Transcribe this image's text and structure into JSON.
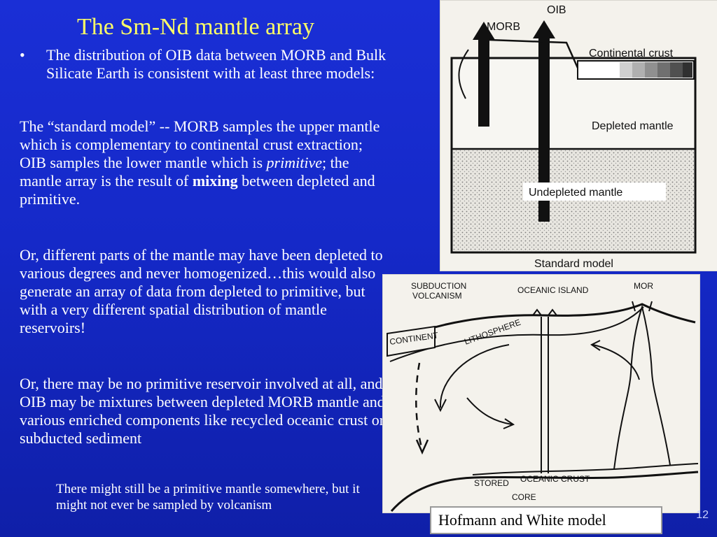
{
  "slide": {
    "title": "The Sm-Nd mantle array",
    "bullet_symbol": "•",
    "bullet_text": "The distribution of OIB data between MORB and Bulk Silicate Earth is consistent with at least three models:",
    "para1": {
      "a": "The “standard model” -- MORB samples the upper mantle which is complementary to continental crust extraction; OIB samples the lower mantle which is ",
      "em": "primitive",
      "b": "; the mantle array is the result of ",
      "strong": "mixing",
      "c": " between depleted and primitive."
    },
    "para2": "Or, different parts of the mantle may have been depleted to various degrees and never homogenized…this would also generate an array of data from depleted to primitive, but with a very different spatial distribution of mantle reservoirs!",
    "para3": "Or, there may be no primitive reservoir involved at all, and OIB may be mixtures between depleted MORB mantle and various enriched components like recycled oceanic crust or subducted sediment",
    "sub": "There might still be a primitive mantle somewhere, but it might not ever be sampled by volcanism",
    "caption": "Hofmann and White model",
    "page_number": "12"
  },
  "figure1": {
    "labels": {
      "oib": "OIB",
      "morb": "MORB",
      "continental_crust": "Continental crust",
      "depleted_mantle": "Depleted mantle",
      "undepleted_mantle": "Undepleted mantle",
      "caption": "Standard model"
    }
  },
  "figure2": {
    "labels": {
      "subduction_line1": "SUBDUCTION",
      "subduction_line2": "VOLCANISM",
      "oceanic_island": "OCEANIC ISLAND",
      "mor": "MOR",
      "continent": "CONTINENT",
      "lithosphere": "LITHOSPHERE",
      "stored": "STORED",
      "oceanic_crust": "OCEANIC CRUST",
      "core": "CORE"
    }
  }
}
